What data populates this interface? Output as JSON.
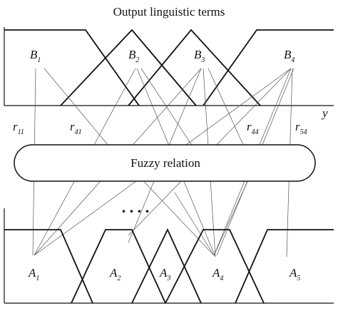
{
  "title": "Output linguistic terms",
  "relation_label": "Fuzzy relation",
  "axis_label": "y",
  "ellipsis": ". . . .",
  "output_terms": [
    {
      "base": "B",
      "sub": "1"
    },
    {
      "base": "B",
      "sub": "2"
    },
    {
      "base": "B",
      "sub": "3"
    },
    {
      "base": "B",
      "sub": "4"
    }
  ],
  "input_terms": [
    {
      "base": "A",
      "sub": "1"
    },
    {
      "base": "A",
      "sub": "2"
    },
    {
      "base": "A",
      "sub": "3"
    },
    {
      "base": "A",
      "sub": "4"
    },
    {
      "base": "A",
      "sub": "5"
    }
  ],
  "relation_weights": [
    {
      "base": "r",
      "sub": "11"
    },
    {
      "base": "r",
      "sub": "41"
    },
    {
      "base": "r",
      "sub": "44"
    },
    {
      "base": "r",
      "sub": "54"
    }
  ]
}
